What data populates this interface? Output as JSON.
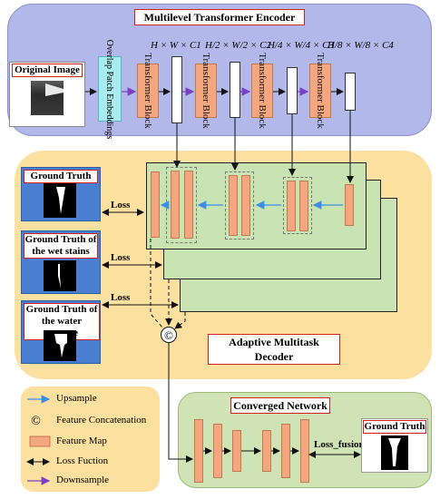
{
  "encoder": {
    "title": "Multilevel Transformer Encoder",
    "original_image_title": "Original Image",
    "patch_embed_label": "Overlap Patch Embeddings",
    "block_label": "Transformer Block",
    "dims": [
      "H × W × C1",
      "H/2 × W/2 × C2",
      "H/4 × W/4 × C3",
      "H/8 × W/8 × C4"
    ]
  },
  "decoder": {
    "title": "Adaptive Multitask Decoder",
    "ground_truths": [
      "Ground Truth",
      "Ground Truth of the wet stains",
      "Ground Truth of the water seepage"
    ],
    "loss_label": "Loss",
    "concat_symbol": "©"
  },
  "converged": {
    "title": "Converged Network",
    "loss_label": "Loss_fusion",
    "gt_title": "Ground Truth"
  },
  "legend": {
    "items": [
      {
        "icon": "upsample-arrow-icon",
        "label": "Upsample",
        "color": "#3a8ee6"
      },
      {
        "icon": "concat-icon",
        "label": "Feature Concatenation"
      },
      {
        "icon": "feature-map-icon",
        "label": "Feature Map",
        "color": "#f4a67e"
      },
      {
        "icon": "loss-arrow-icon",
        "label": "Loss Fuction",
        "color": "#000000"
      },
      {
        "icon": "downsample-arrow-icon",
        "label": "Downsample",
        "color": "#7a3fc4"
      }
    ]
  },
  "colors": {
    "encoder_bg": "#b3b8ea",
    "decoder_bg": "#fbe0a0",
    "converged_bg": "#cfe3b4",
    "feature_map": "#f4a67e",
    "title_border": "#d62020"
  }
}
